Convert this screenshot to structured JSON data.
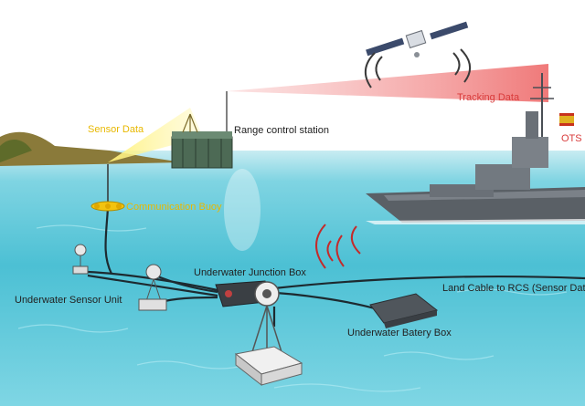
{
  "labels": {
    "sensor_data": "Sensor Data",
    "range_control_station": "Range control station",
    "tracking_data": "Tracking Data",
    "ots": "OTS",
    "communication_buoy": "Communication Buoy",
    "underwater_junction_box": "Underwater Junction Box",
    "underwater_sensor_unit": "Underwater Sensor Unit",
    "land_cable": "Land Cable to RCS (Sensor Data)",
    "underwater_battery_box": "Underwater Batery Box"
  },
  "colors": {
    "sky": "#ffffff",
    "sea_surface": "#bfe6ee",
    "underwater": "#4fc3d6",
    "deep_water": "#2aa8c4",
    "land": "#8a7a3a",
    "ship_hull": "#5a6066",
    "tracking_beam": "#f07070",
    "sensor_beam": "#fff06a",
    "sonar_waves": "#c42a2a",
    "label_red": "#d93b3b",
    "label_yellow": "#e8b800",
    "label_dark": "#222222"
  },
  "icons": [
    "satellite-icon",
    "ship-icon",
    "range-control-station-icon",
    "communication-buoy-icon",
    "junction-box-icon",
    "battery-box-icon",
    "sensor-unit-icon"
  ]
}
